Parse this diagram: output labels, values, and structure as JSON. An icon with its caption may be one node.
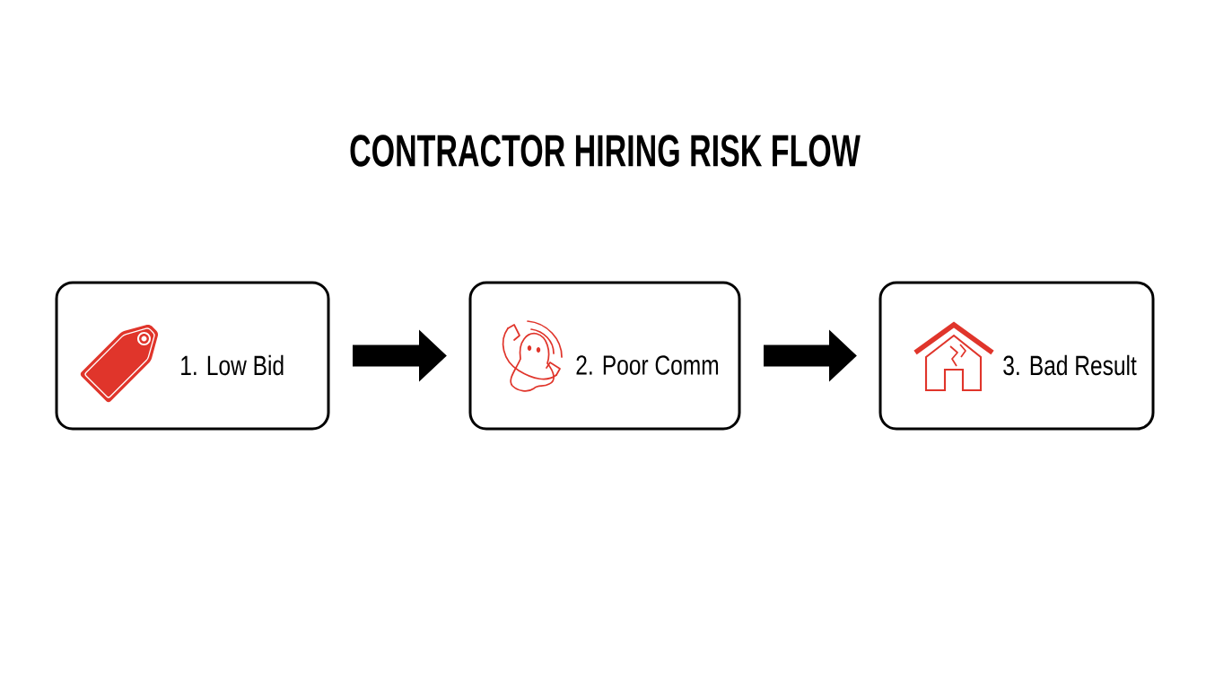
{
  "diagram": {
    "title": "CONTRACTOR HIRING RISK FLOW",
    "nodes": [
      {
        "text": [
          "1. Low Bid"
        ]
      },
      {
        "text": [
          "2. Poor Comm"
        ]
      },
      {
        "text": [
          "3. Bad Result"
        ]
      }
    ],
    "edges": [
      {
        "from": 0,
        "to": 1,
        "arrow": "to"
      },
      {
        "from": 1,
        "to": 2,
        "arrow": "to"
      }
    ]
  }
}
